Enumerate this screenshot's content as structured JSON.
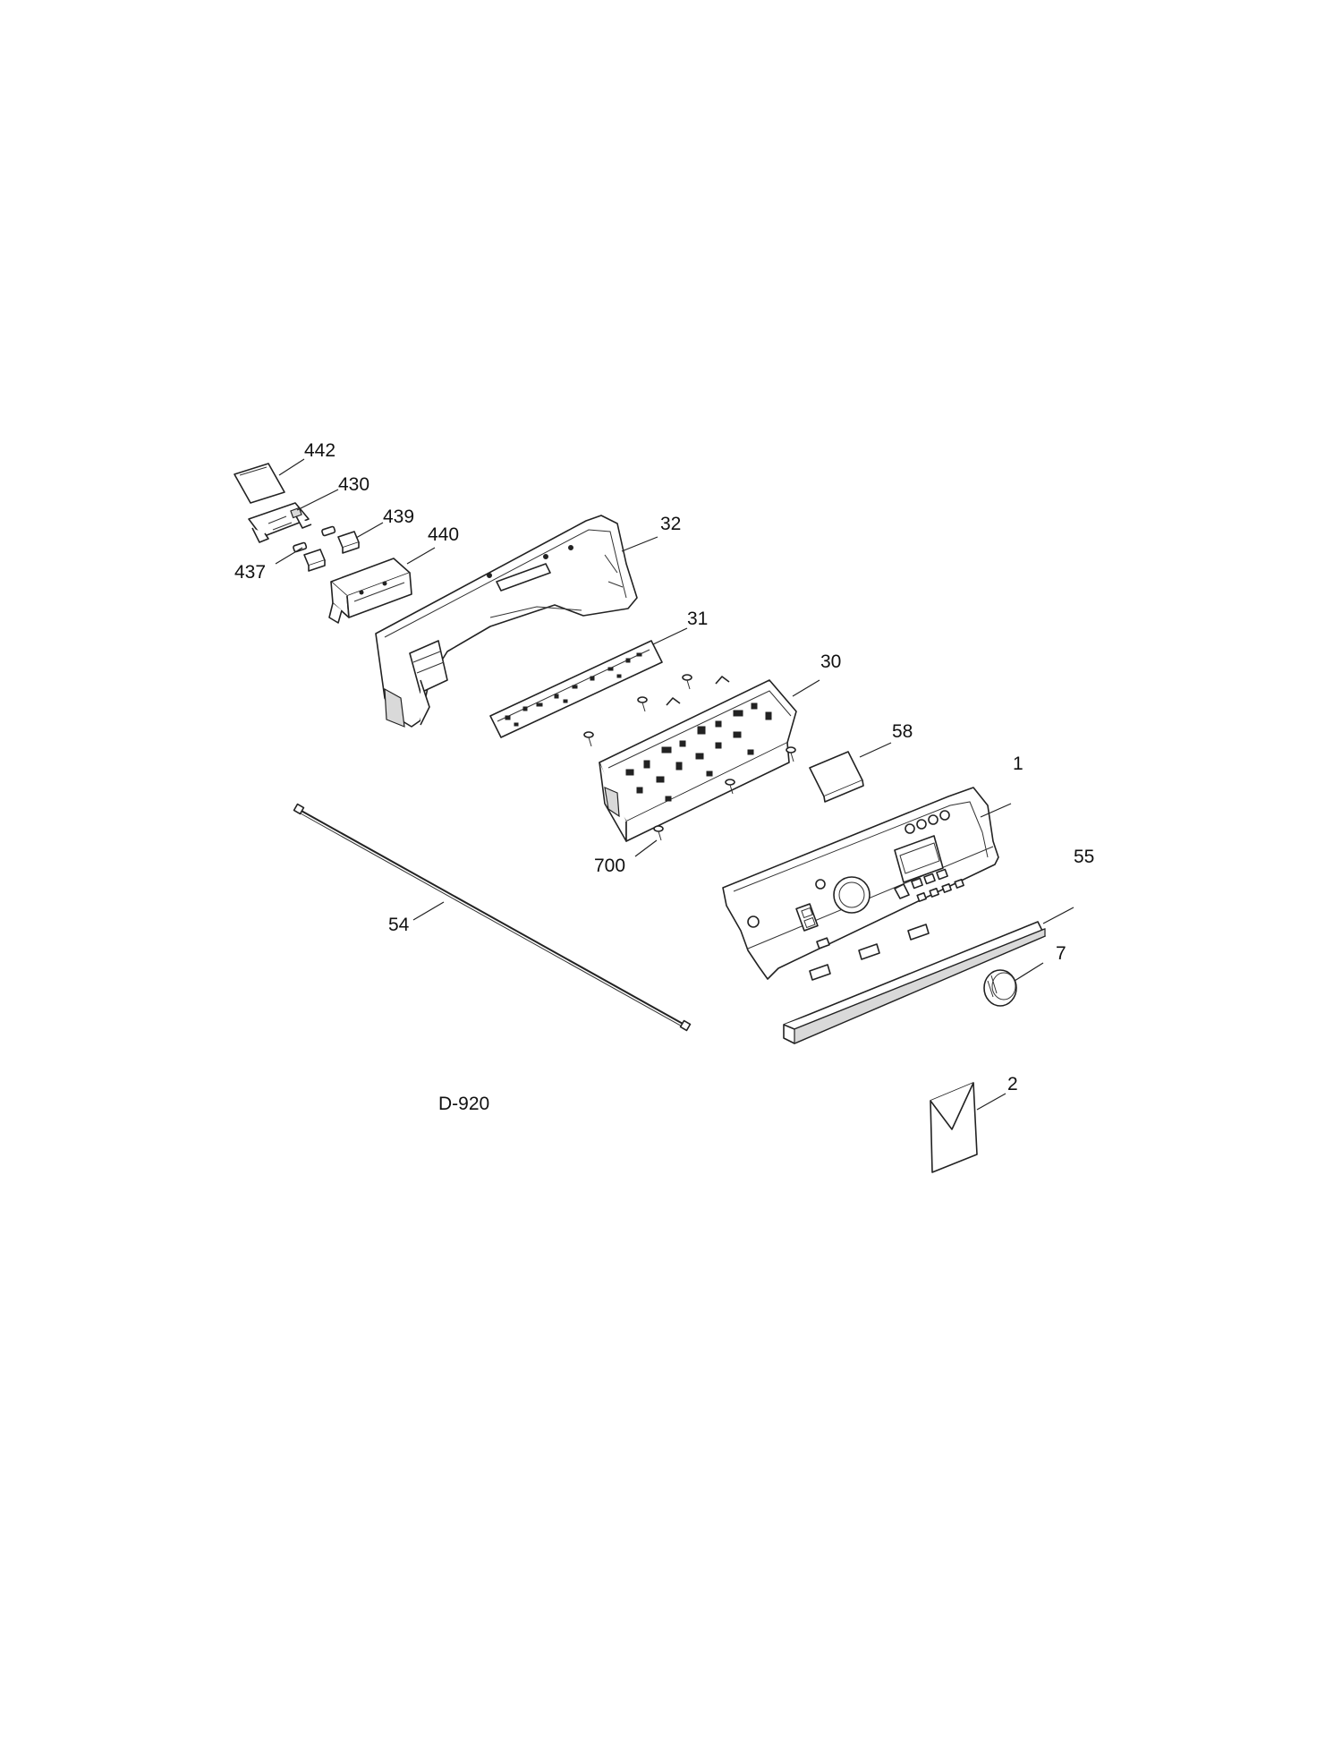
{
  "diagram_code": "D-920",
  "parts": [
    {
      "id": "p442",
      "label": "442"
    },
    {
      "id": "p430",
      "label": "430"
    },
    {
      "id": "p439",
      "label": "439"
    },
    {
      "id": "p440",
      "label": "440"
    },
    {
      "id": "p437",
      "label": "437"
    },
    {
      "id": "p32",
      "label": "32"
    },
    {
      "id": "p31",
      "label": "31"
    },
    {
      "id": "p30",
      "label": "30"
    },
    {
      "id": "p58",
      "label": "58"
    },
    {
      "id": "p1",
      "label": "1"
    },
    {
      "id": "p700",
      "label": "700"
    },
    {
      "id": "p55",
      "label": "55"
    },
    {
      "id": "p54",
      "label": "54"
    },
    {
      "id": "p7",
      "label": "7"
    },
    {
      "id": "p2",
      "label": "2"
    }
  ]
}
